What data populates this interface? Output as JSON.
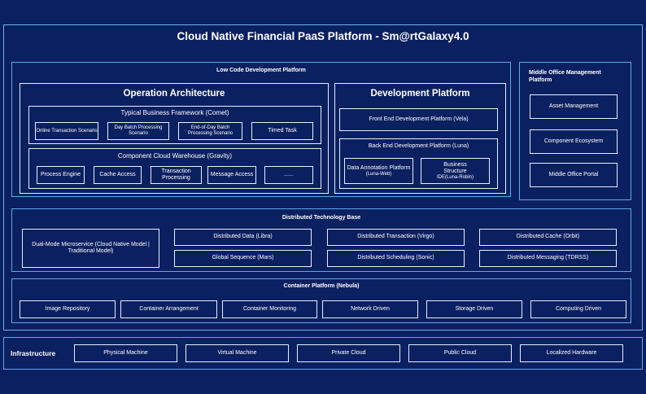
{
  "title": "Cloud Native Financial PaaS Platform - Sm@rtGalaxy4.0",
  "low_code": {
    "title": "Low Code Development Platform",
    "operation": {
      "title": "Operation Architecture",
      "business_framework": {
        "title": "Typical Business Framework (Comet)",
        "items": [
          "Online Transaction Scenario",
          "Day Batch Processing Scenario",
          "End-of-Day Batch Processing Scenario",
          "Timed Task"
        ]
      },
      "warehouse": {
        "title": "Component Cloud Warehouse (Gravity)",
        "items": [
          "Process Engine",
          "Cache Access",
          "Transaction Processing",
          "Message Access",
          "......"
        ]
      }
    },
    "development": {
      "title": "Development Platform",
      "front_end": "Front End Development Platform (Vela)",
      "back_end": {
        "title": "Back End Development Platform (Luna)",
        "data_annotation": "Data Annotation Platform",
        "data_annotation_sub": "(Luna-Web)",
        "business_structure": "Business Structure",
        "business_structure_sub": "IDE(Luna-Robin)"
      }
    }
  },
  "middle_office": {
    "title": "Middle Office Management Platform",
    "items": [
      "Asset Management",
      "Component Ecosystem",
      "Middle Office Portal"
    ]
  },
  "distributed": {
    "title": "Distributed Technology Base",
    "microservice": "Dual-Mode Microservice (Cloud Native Model | Traditional Model)",
    "items": [
      "Distributed Data (Libra)",
      "Distributed Transaction (Virgo)",
      "Distributed Cache (Orbit)",
      "Global Sequence (Mars)",
      "Distributed Scheduling (Sonic)",
      "Distributed Messaging (TDRSS)"
    ]
  },
  "container": {
    "title": "Container Platform (Nebula)",
    "items": [
      "Image Repository",
      "Container Arrangement",
      "Container Monitoring",
      "Network Driven",
      "Storage Driven",
      "Computing Driven"
    ]
  },
  "infrastructure": {
    "title": "Infrastructure",
    "items": [
      "Physical Machine",
      "Virtual Machine",
      "Private Cloud",
      "Public Cloud",
      "Localized Hardware"
    ]
  }
}
